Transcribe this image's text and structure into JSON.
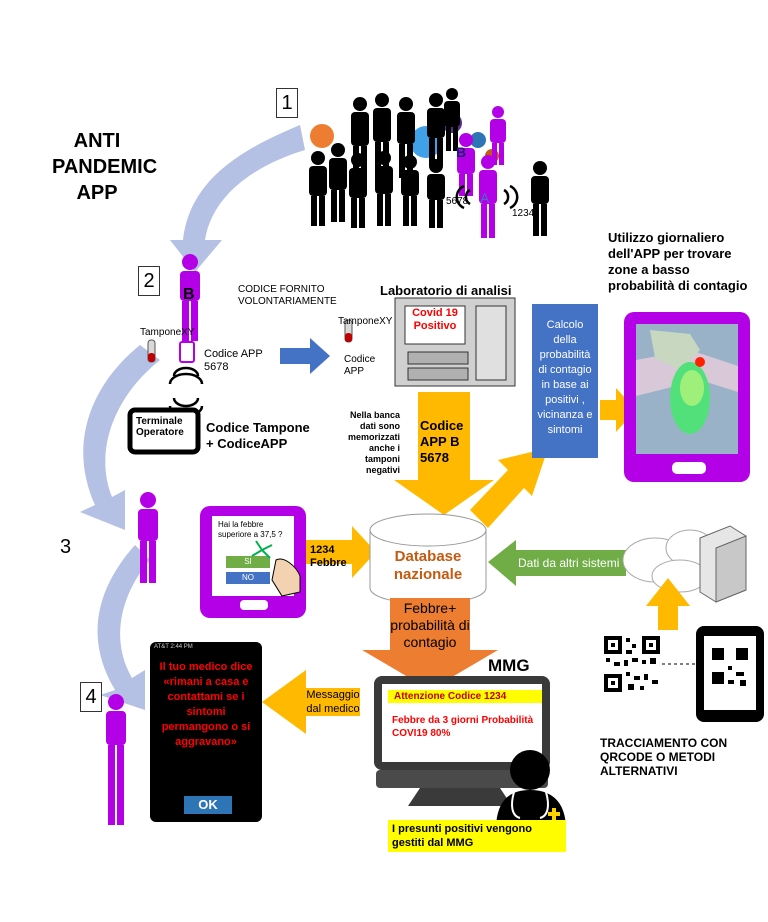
{
  "title": "ANTI PANDEMIC APP",
  "steps": [
    "1",
    "2",
    "3",
    "4"
  ],
  "people_labels": {
    "b": "B",
    "a": "A",
    "code_b": "5678",
    "code_a": "1234"
  },
  "step2": {
    "label_b": "B",
    "tampone": "TamponeXY",
    "codice_fornito": "CODICE FORNITO VOLONTARIAMENTE",
    "codice_app": "Codice APP 5678",
    "terminal": "Terminale Operatore",
    "codice_tampone": "Codice Tampone + CodiceAPP"
  },
  "lab": {
    "title": "Laboratorio di analisi",
    "tampone": "TamponeXY",
    "codice_app": "Codice APP",
    "result": "Covid 19 Positivo",
    "note": "Nella banca dati sono memorizzati anche i tamponi negativi",
    "arrow_label": "Codice APP B 5678"
  },
  "calc": {
    "text": "Calcolo della probabilità di contagio in base ai positivi , vicinanza e sintomi"
  },
  "daily": {
    "text": "Utilizzo giornaliero dell'APP per trovare zone a basso probabilità di contagio"
  },
  "phone_question": {
    "question": "Hai la febbre superiore a 37,5 ?",
    "yes": "SI",
    "no": "NO",
    "arrow_label": "1234 Febbre"
  },
  "database": {
    "label": "Database nazionale"
  },
  "external": {
    "label": "Dati da altri sistemi"
  },
  "down_arrow": {
    "label": "Febbre+ probabilità di contagio"
  },
  "mmg": {
    "label": "MMG",
    "alert": "Attenzione Codice 1234",
    "details": "Febbre da 3 giorni Probabilità COVI19 80%",
    "note": "I presunti positivi vengono gestiti dal MMG"
  },
  "message": {
    "arrow_label": "Messaggio dal medico",
    "status_bar": "AT&T  2:44 PM",
    "text": "Il tuo medico dice «rimani a casa e contattami se i sintomi permangono o si aggravano»",
    "ok": "OK"
  },
  "tracking": {
    "label": "TRACCIAMENTO CON QRCODE O METODI ALTERNATIVI"
  },
  "colors": {
    "purple": "#b400e6",
    "lavender": "#b4bfe0",
    "yellow_arrow": "#ffb900",
    "orange_arrow": "#ed7d31",
    "green_arrow": "#70ad47",
    "blue_box": "#4472c4",
    "red": "#ff0000",
    "dark_red_text": "#c00000"
  }
}
